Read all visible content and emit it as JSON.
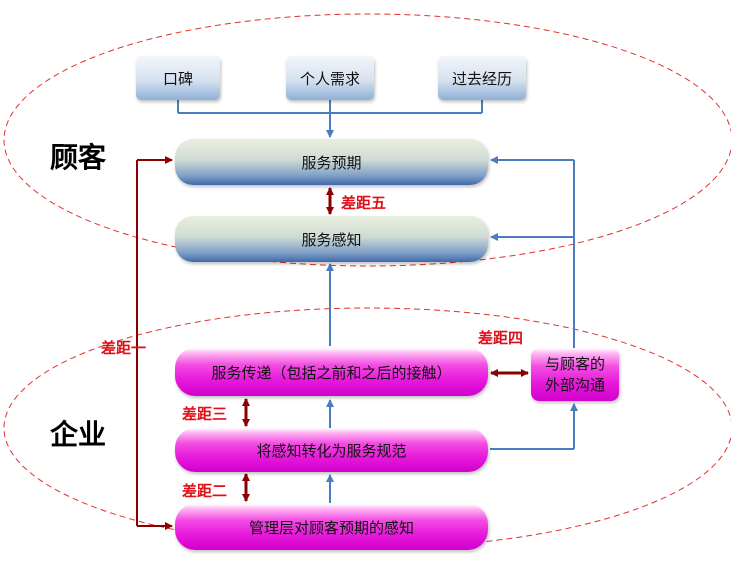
{
  "customer_section": {
    "label": "顾客"
  },
  "company_section": {
    "label": "企业"
  },
  "inputs": {
    "word_of_mouth": "口碑",
    "personal_needs": "个人需求",
    "past_experience": "过去经历"
  },
  "nodes": {
    "expected_service": "服务预期",
    "perceived_service": "服务感知",
    "service_delivery": "服务传递（包括之前和之后的接触）",
    "external_comm_line1": "与顾客的",
    "external_comm_line2": "外部沟通",
    "service_specs": "将感知转化为服务规范",
    "mgmt_perception": "管理层对顾客预期的感知"
  },
  "gaps": {
    "gap1": "差距一",
    "gap2": "差距二",
    "gap3": "差距三",
    "gap4": "差距四",
    "gap5": "差距五"
  },
  "colors": {
    "flow_arrow": "#4a7cbf",
    "gap_arrow": "#8b0000",
    "gap_text": "#e0101a",
    "boundary": "#e03030",
    "company_fill": "#e81bdc"
  }
}
